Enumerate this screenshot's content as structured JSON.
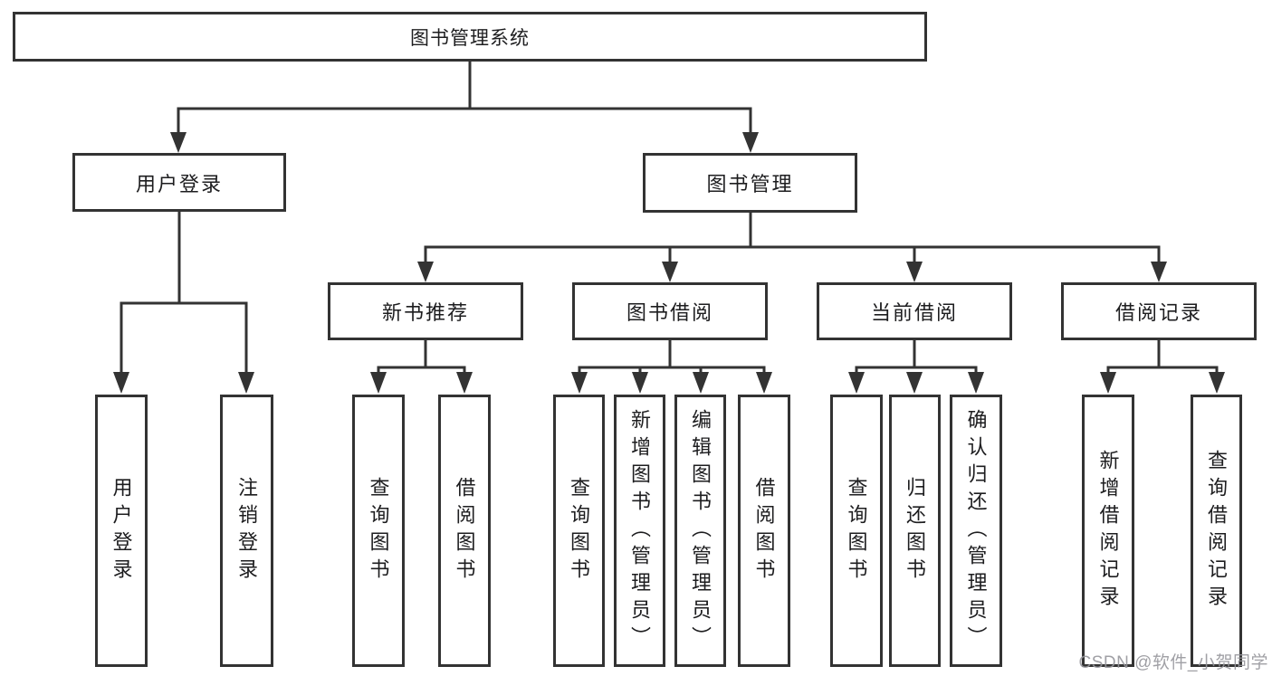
{
  "tree": {
    "root": "图书管理系统",
    "branches": [
      {
        "label": "用户登录",
        "children": [
          "用户登录",
          "注销登录"
        ]
      },
      {
        "label": "图书管理",
        "groups": [
          {
            "label": "新书推荐",
            "children": [
              "查询图书",
              "借阅图书"
            ]
          },
          {
            "label": "图书借阅",
            "children": [
              "查询图书",
              "新增图书（管理员）",
              "编辑图书（管理员）",
              "借阅图书"
            ]
          },
          {
            "label": "当前借阅",
            "children": [
              "查询图书",
              "归还图书",
              "确认归还（管理员）"
            ]
          },
          {
            "label": "借阅记录",
            "children": [
              "新增借阅记录",
              "查询借阅记录"
            ]
          }
        ]
      }
    ]
  },
  "watermark": {
    "text": "CSDN @软件_小贺同学"
  },
  "colors": {
    "line": "#333333",
    "border": "#333333",
    "text": "#1d1d1f",
    "watermark": "#96969b",
    "background": "#ffffff"
  }
}
